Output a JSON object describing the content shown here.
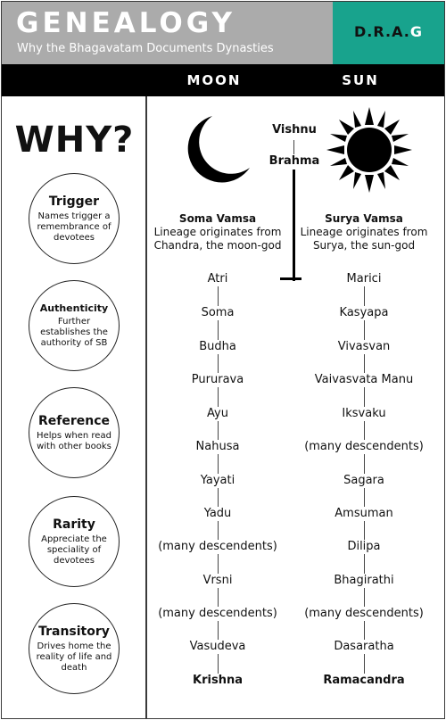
{
  "header": {
    "title": "GENEALOGY",
    "subtitle": "Why the Bhagavatam Documents Dynasties",
    "brand_main": "D.R.A.",
    "brand_highlight": "G",
    "colors": {
      "gray": "#ababab",
      "teal": "#18a38d",
      "black": "#000000"
    }
  },
  "columns": {
    "moon": "MOON",
    "sun": "SUN"
  },
  "why": {
    "heading": "WHY?",
    "reasons": [
      {
        "title": "Trigger",
        "desc": "Names trigger a remembrance of devotees"
      },
      {
        "title": "Authenticity",
        "desc": "Further establishes the authority of SB"
      },
      {
        "title": "Reference",
        "desc": "Helps when read with other books"
      },
      {
        "title": "Rarity",
        "desc": "Appreciate the speciality of devotees"
      },
      {
        "title": "Transitory",
        "desc": "Drives home the reality of life and death"
      }
    ]
  },
  "lineage": {
    "top": [
      "Vishnu",
      "Brahma"
    ],
    "moon": {
      "icon": "crescent-moon-icon",
      "title": "Soma Vamsa",
      "desc_line1": "Lineage originates from",
      "desc_line2": "Chandra, the moon-god",
      "names": [
        "Atri",
        "Soma",
        "Budha",
        "Pururava",
        "Ayu",
        "Nahusa",
        "Yayati",
        "Yadu",
        "(many descendents)",
        "Vrsni",
        "(many descendents)",
        "Vasudeva",
        "Krishna"
      ]
    },
    "sun": {
      "icon": "sun-icon",
      "title": "Surya Vamsa",
      "desc_line1": "Lineage originates from",
      "desc_line2": "Surya, the sun-god",
      "names": [
        "Marici",
        "Kasyapa",
        "Vivasvan",
        "Vaivasvata Manu",
        "Iksvaku",
        "(many descendents)",
        "Sagara",
        "Amsuman",
        "Dilipa",
        "Bhagirathi",
        "(many descendents)",
        "Dasaratha",
        "Ramacandra"
      ]
    }
  }
}
